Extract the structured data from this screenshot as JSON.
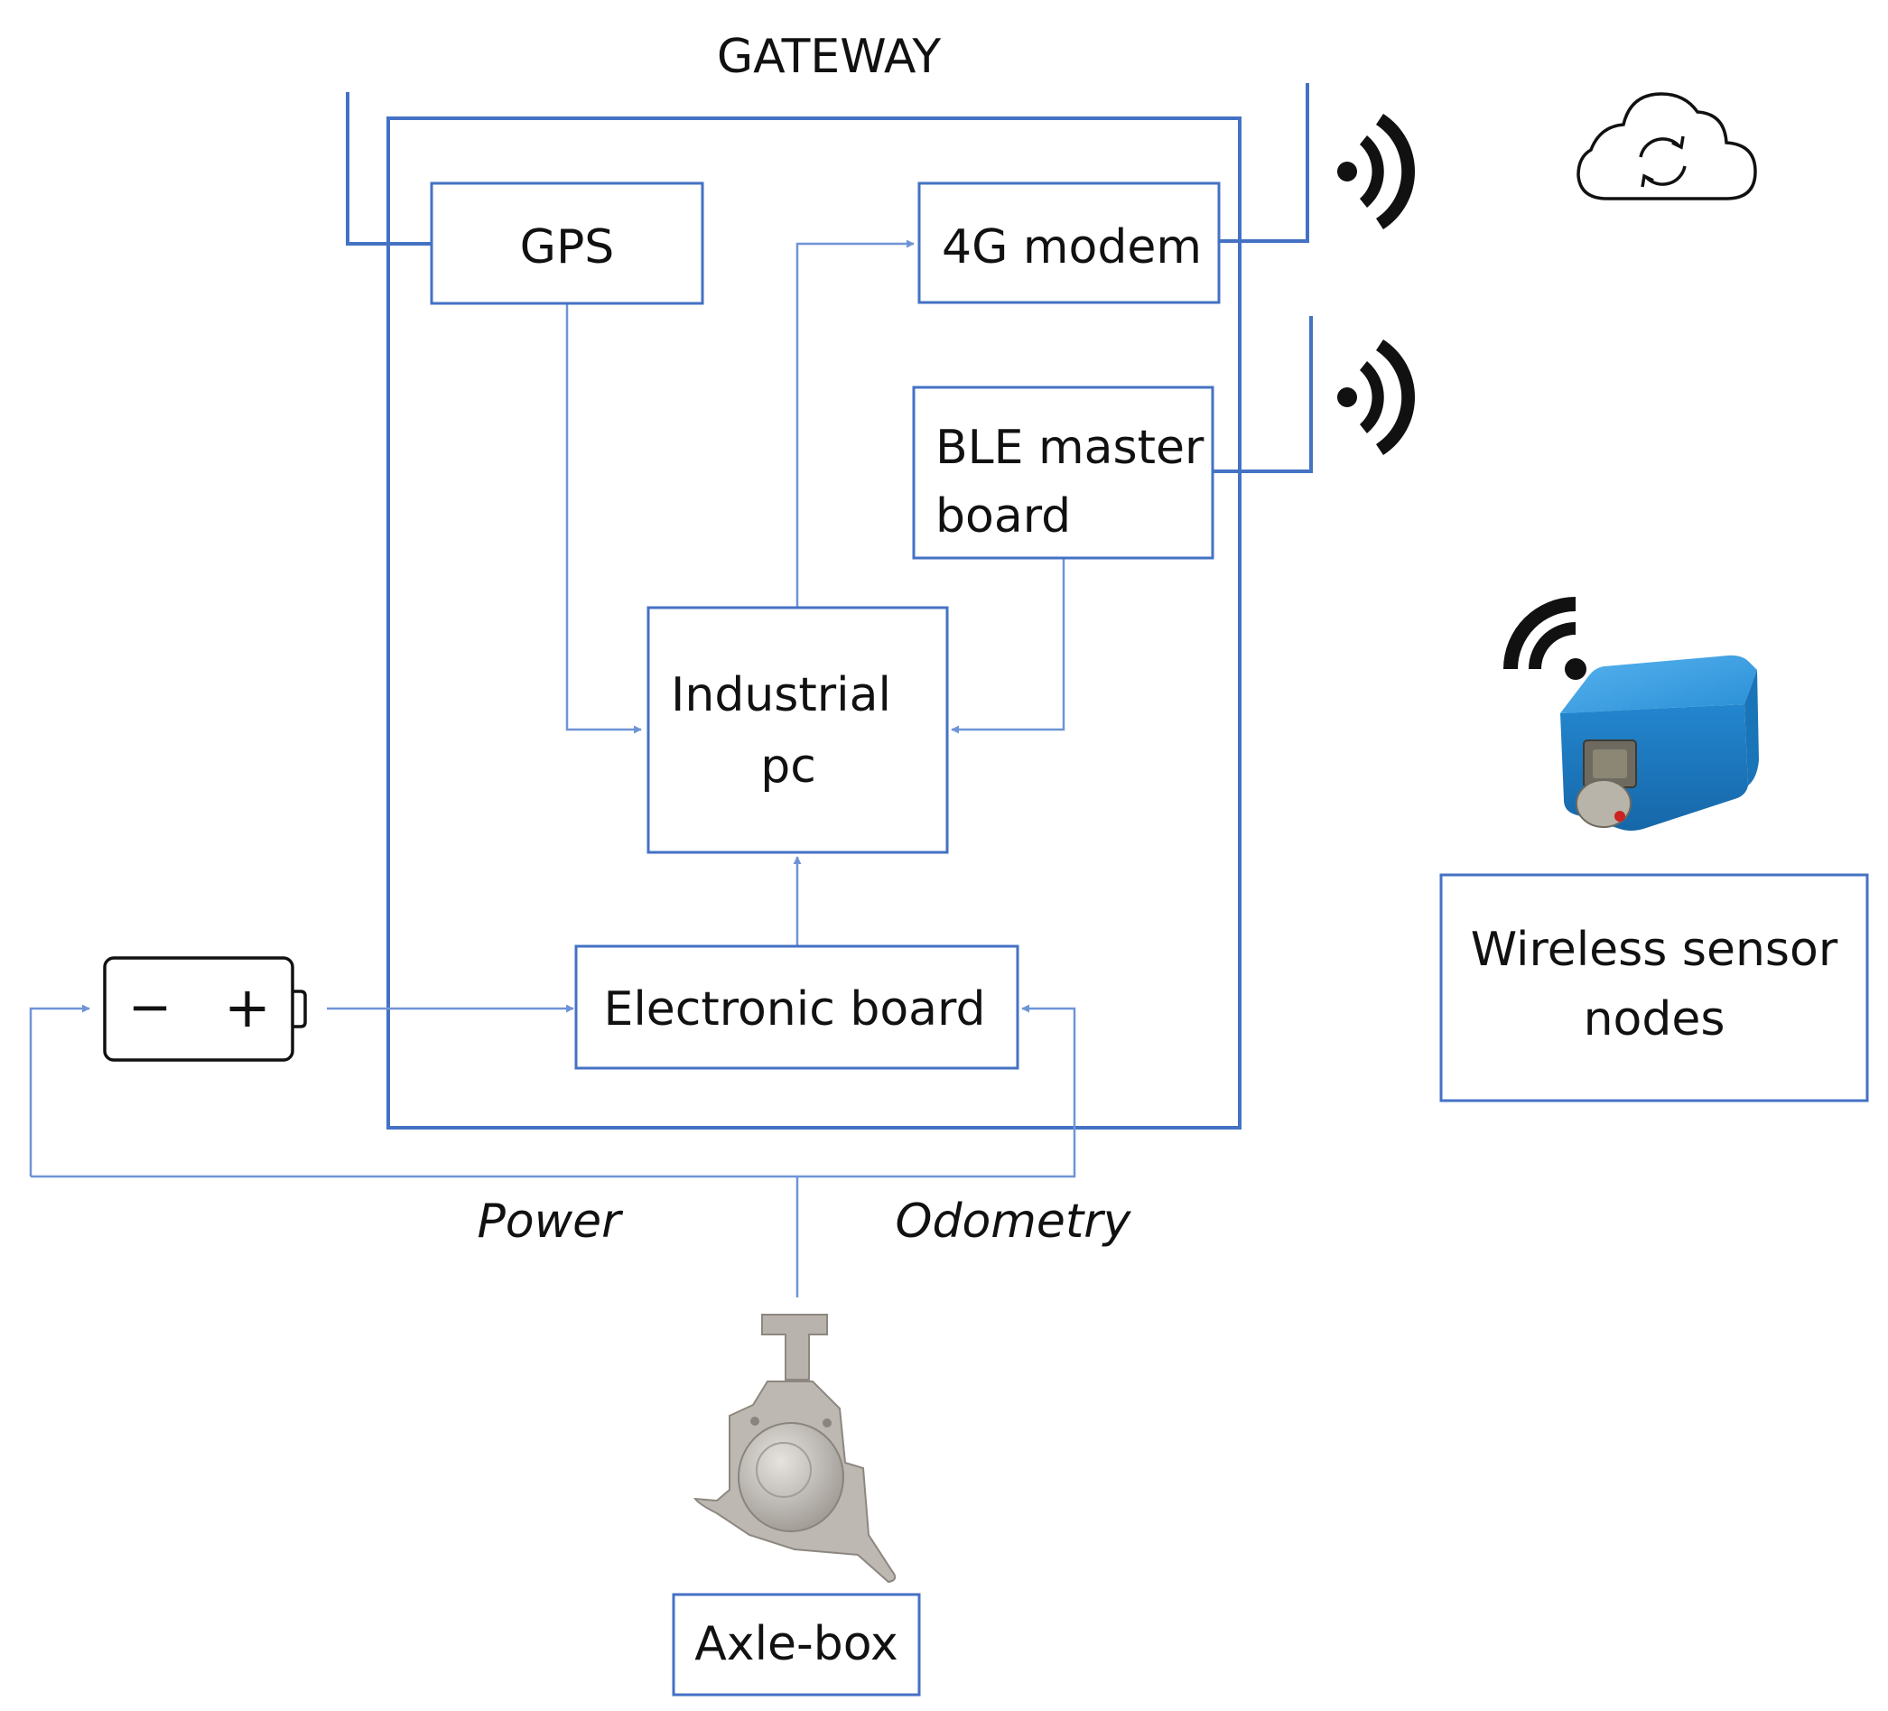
{
  "title": "GATEWAY",
  "blocks": {
    "gps": "GPS",
    "modem": "4G modem",
    "ble_line1": "BLE master",
    "ble_line2": "board",
    "pc_line1": "Industrial",
    "pc_line2": "pc",
    "electronic_board": "Electronic board",
    "wsn_line1": "Wireless sensor",
    "wsn_line2": "nodes",
    "axle_box": "Axle-box"
  },
  "battery": {
    "minus": "−",
    "plus": "+"
  },
  "links": {
    "power": "Power",
    "odometry": "Odometry"
  },
  "icons": [
    "wireless-signal-icon",
    "cloud-sync-icon",
    "battery-icon",
    "sensor-node-image",
    "axle-box-image"
  ],
  "colors": {
    "frame": "#4472c4",
    "connector": "#6f94d6",
    "text": "#111111",
    "sensor_body": "#2a8fd6"
  }
}
